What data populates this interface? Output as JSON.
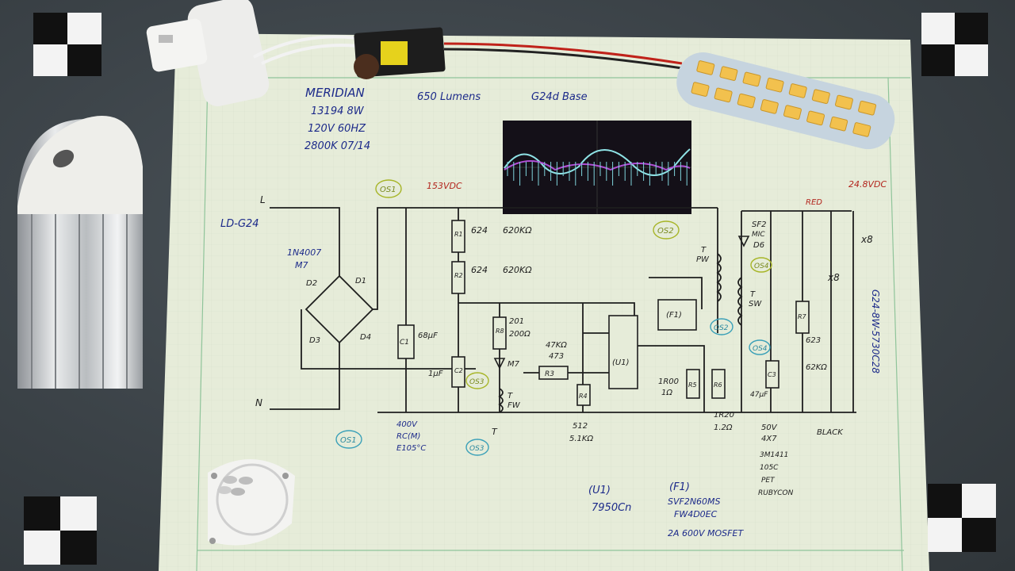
{
  "notes": {
    "brand": "MERIDIAN",
    "model_line": "13194  8W",
    "rating_line": "120V  60HZ",
    "temp_line": "2800K  07/14",
    "lumens": "650 Lumens",
    "base": "G24d Base",
    "part_label": "LD-G24",
    "vertical_label": "G24-8W-5730C28"
  },
  "inputs": {
    "line": "L",
    "neutral": "N"
  },
  "bridge": {
    "diode_type": "1N4007",
    "diode_marking": "M7",
    "d1": "D1",
    "d2": "D2",
    "d3": "D3",
    "d4": "D4"
  },
  "c1": {
    "ref": "C1",
    "value": "68µF",
    "spec_v": "400V",
    "spec_type": "RC(M)",
    "spec_temp": "E105°C"
  },
  "voltages": {
    "primary": "153VDC",
    "output": "24.8VDC"
  },
  "r1": {
    "ref": "R1",
    "code": "624",
    "value": "620KΩ"
  },
  "r2": {
    "ref": "R2",
    "code": "624",
    "value": "620KΩ"
  },
  "r8": {
    "ref": "R8",
    "code": "201",
    "value": "200Ω"
  },
  "c2": {
    "ref": "C2",
    "value": "1µF"
  },
  "d_m7": {
    "marking": "M7"
  },
  "r3": {
    "ref": "R3",
    "value": "47KΩ",
    "code": "473"
  },
  "r4": {
    "ref": "R4",
    "code": "512",
    "value": "5.1KΩ"
  },
  "u1": {
    "ref": "(U1)",
    "part": "7950Cn"
  },
  "f1": {
    "ref": "(F1)",
    "part": "SVF2N60MS",
    "marking": "FW4D0EC",
    "desc": "2A 600V MOSFET"
  },
  "r5": {
    "ref": "R5",
    "code": "1R00",
    "value": "1Ω"
  },
  "r6": {
    "ref": "R6",
    "code": "1R20",
    "value": "1.2Ω"
  },
  "transformer": {
    "tpw": "T",
    "tpw2": "PW",
    "tsw": "T",
    "tsw2": "SW",
    "tfw": "T",
    "tfw2": "FW",
    "tap": "T"
  },
  "d6": {
    "code": "SF2",
    "marking": "MIC",
    "ref": "D6"
  },
  "c3": {
    "ref": "C3",
    "value": "47µF",
    "spec_v": "50V",
    "spec_t": "4X7",
    "spec_b": "3M1411",
    "spec_temp": "105C",
    "spec_f": "PET",
    "spec_m": "RUBYCON"
  },
  "r7": {
    "ref": "R7",
    "code": "623",
    "value": "62KΩ"
  },
  "leds": {
    "count_a": "x8",
    "count_b": "x8"
  },
  "wires": {
    "red": "RED",
    "black": "BLACK"
  },
  "scope_points": {
    "os1_top": "OS1",
    "os1_bottom": "OS1",
    "os2": "OS2",
    "os2_b": "OS2",
    "os3": "OS3",
    "os3_b": "OS3",
    "os4": "OS4",
    "os4_b": "OS4"
  }
}
